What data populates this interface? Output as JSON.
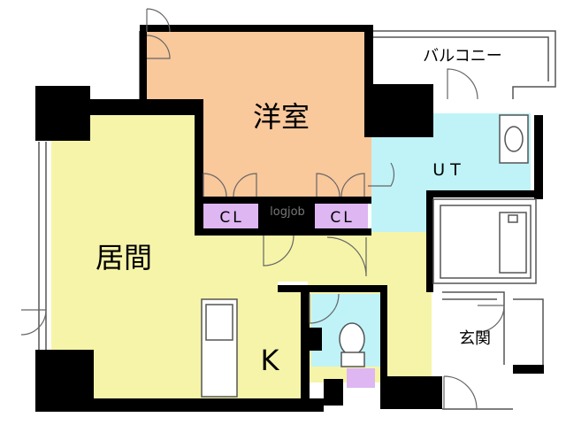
{
  "rooms": {
    "western": {
      "label": "洋室",
      "color": "#f9c89b"
    },
    "living": {
      "label": "居間",
      "color": "#f6f4a8"
    },
    "kitchen": {
      "label": "K"
    },
    "utility": {
      "label": "UT",
      "color": "#bff3f8"
    },
    "balcony": {
      "label": "バルコニー"
    },
    "entrance": {
      "label": "玄関"
    },
    "closet_left": {
      "label": "CL",
      "color": "#ddb6f2"
    },
    "closet_right": {
      "label": "CL",
      "color": "#ddb6f2"
    },
    "toilet": {
      "color": "#bff3f8"
    }
  },
  "colors": {
    "wall": "#000000",
    "outline": "#555555"
  },
  "watermark": "logjob"
}
